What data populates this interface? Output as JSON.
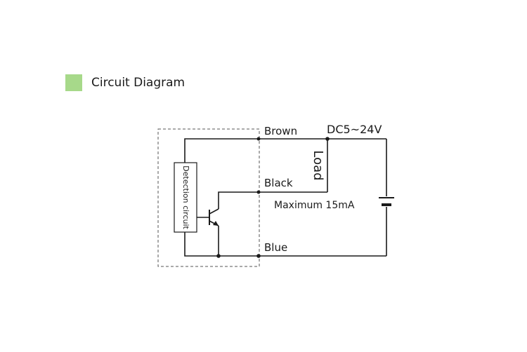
{
  "header": {
    "title": "Circuit Diagram",
    "marker_color": "#a7d98a"
  },
  "diagram": {
    "labels": {
      "brown": "Brown",
      "black": "Black",
      "blue": "Blue",
      "supply": "DC5~24V",
      "load": "Load",
      "max_current": "Maximum 15mA",
      "detection": "Detection circuit"
    },
    "components": {
      "power_source": "battery-icon",
      "switching_element": "npn-transistor-icon"
    }
  }
}
